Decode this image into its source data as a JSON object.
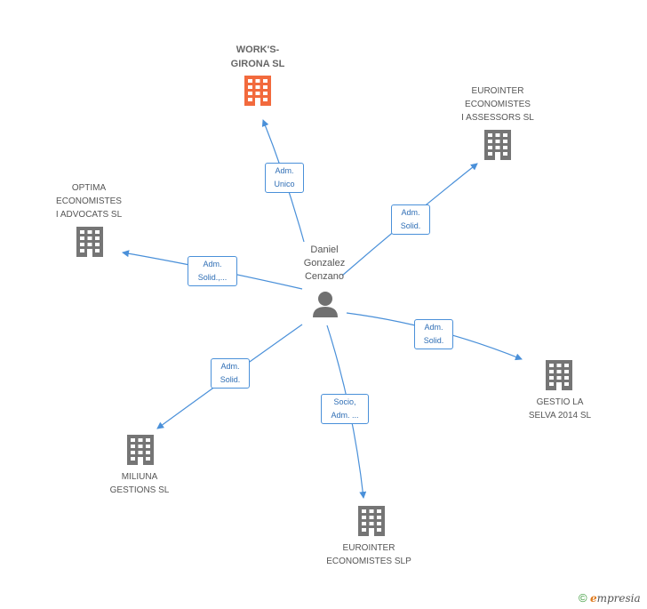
{
  "person": {
    "line1": "Daniel",
    "line2": "Gonzalez",
    "line3": "Cenzano",
    "icon": "person-icon"
  },
  "companies": [
    {
      "id": "works-girona",
      "line1": "WORK'S-",
      "line2": "GIRONA SL",
      "line3": "",
      "main": true,
      "color": "#f26a3d",
      "relation1": "Adm.",
      "relation2": "Unico"
    },
    {
      "id": "eurointer-assessors",
      "line1": "EUROINTER",
      "line2": "ECONOMISTES",
      "line3": "I ASSESSORS SL",
      "main": false,
      "color": "#757575",
      "relation1": "Adm.",
      "relation2": "Solid."
    },
    {
      "id": "optima",
      "line1": "OPTIMA",
      "line2": "ECONOMISTES",
      "line3": "I ADVOCATS SL",
      "main": false,
      "color": "#757575",
      "relation1": "Adm.",
      "relation2": "Solid.,..."
    },
    {
      "id": "gestio-la-selva",
      "line1": "GESTIO LA",
      "line2": "SELVA 2014  SL",
      "line3": "",
      "main": false,
      "color": "#757575",
      "relation1": "Adm.",
      "relation2": "Solid."
    },
    {
      "id": "miliuna",
      "line1": "MILIUNA",
      "line2": "GESTIONS SL",
      "line3": "",
      "main": false,
      "color": "#757575",
      "relation1": "Adm.",
      "relation2": "Solid."
    },
    {
      "id": "eurointer-slp",
      "line1": "EUROINTER",
      "line2": "ECONOMISTES SLP",
      "line3": "",
      "main": false,
      "color": "#757575",
      "relation1": "Socio,",
      "relation2": "Adm. ..."
    }
  ],
  "brand": {
    "copyright": "©",
    "e": "e",
    "rest": "mpresia"
  },
  "colors": {
    "edge": "#4a90d9",
    "building": "#757575",
    "main_building": "#f26a3d"
  }
}
